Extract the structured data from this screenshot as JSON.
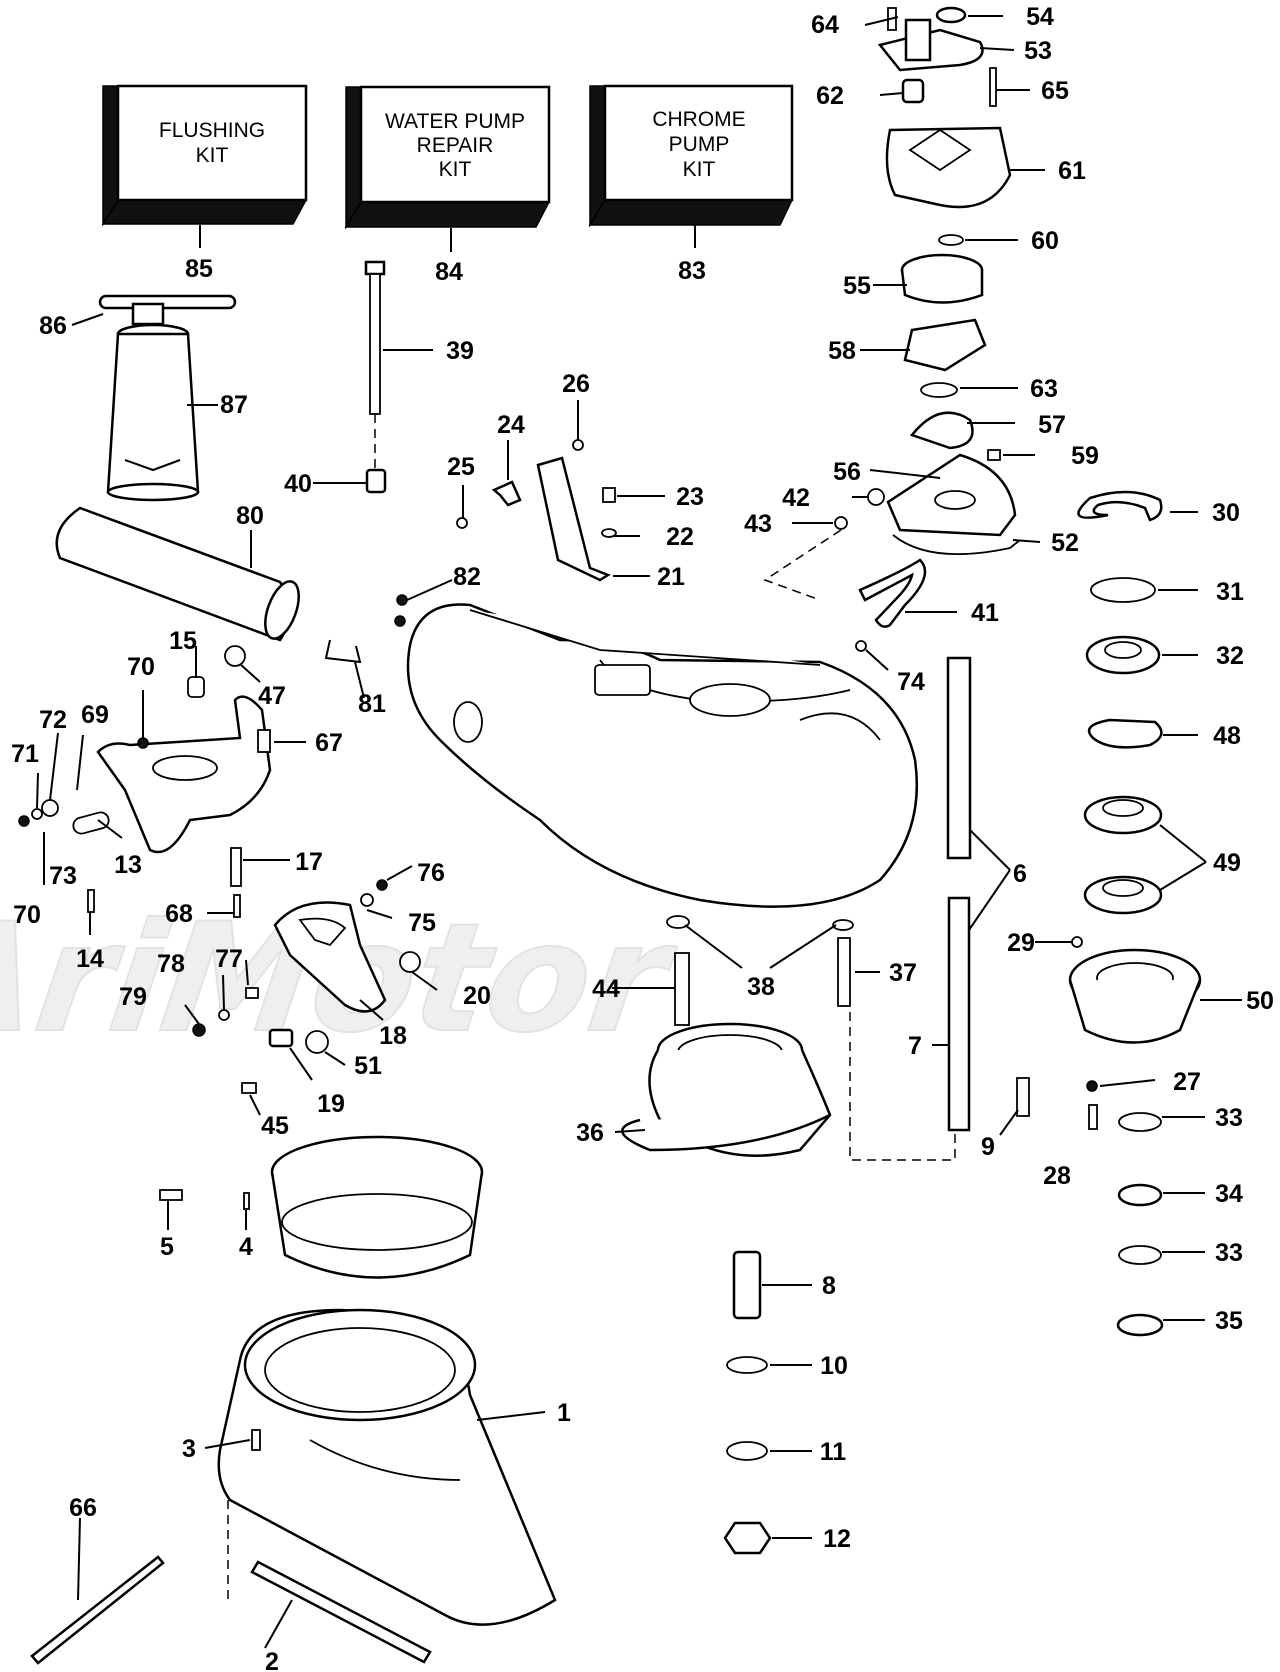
{
  "watermark": "AriMotor",
  "kits": [
    {
      "number": "85",
      "lines": [
        "FLUSHING",
        "KIT"
      ]
    },
    {
      "number": "84",
      "lines": [
        "WATER PUMP",
        "REPAIR",
        "KIT"
      ]
    },
    {
      "number": "83",
      "lines": [
        "CHROME",
        "PUMP",
        "KIT"
      ]
    }
  ],
  "callouts": [
    "1",
    "2",
    "3",
    "4",
    "5",
    "6",
    "7",
    "8",
    "9",
    "10",
    "11",
    "12",
    "13",
    "14",
    "15",
    "17",
    "18",
    "19",
    "20",
    "21",
    "22",
    "23",
    "24",
    "25",
    "26",
    "27",
    "28",
    "29",
    "30",
    "31",
    "32",
    "33",
    "33",
    "34",
    "35",
    "36",
    "37",
    "38",
    "39",
    "40",
    "41",
    "42",
    "43",
    "44",
    "45",
    "47",
    "48",
    "49",
    "50",
    "51",
    "52",
    "53",
    "54",
    "55",
    "56",
    "57",
    "58",
    "59",
    "60",
    "61",
    "62",
    "63",
    "64",
    "65",
    "66",
    "67",
    "68",
    "69",
    "70",
    "70",
    "71",
    "72",
    "73",
    "74",
    "75",
    "76",
    "77",
    "78",
    "79",
    "80",
    "81",
    "82",
    "86",
    "87"
  ]
}
